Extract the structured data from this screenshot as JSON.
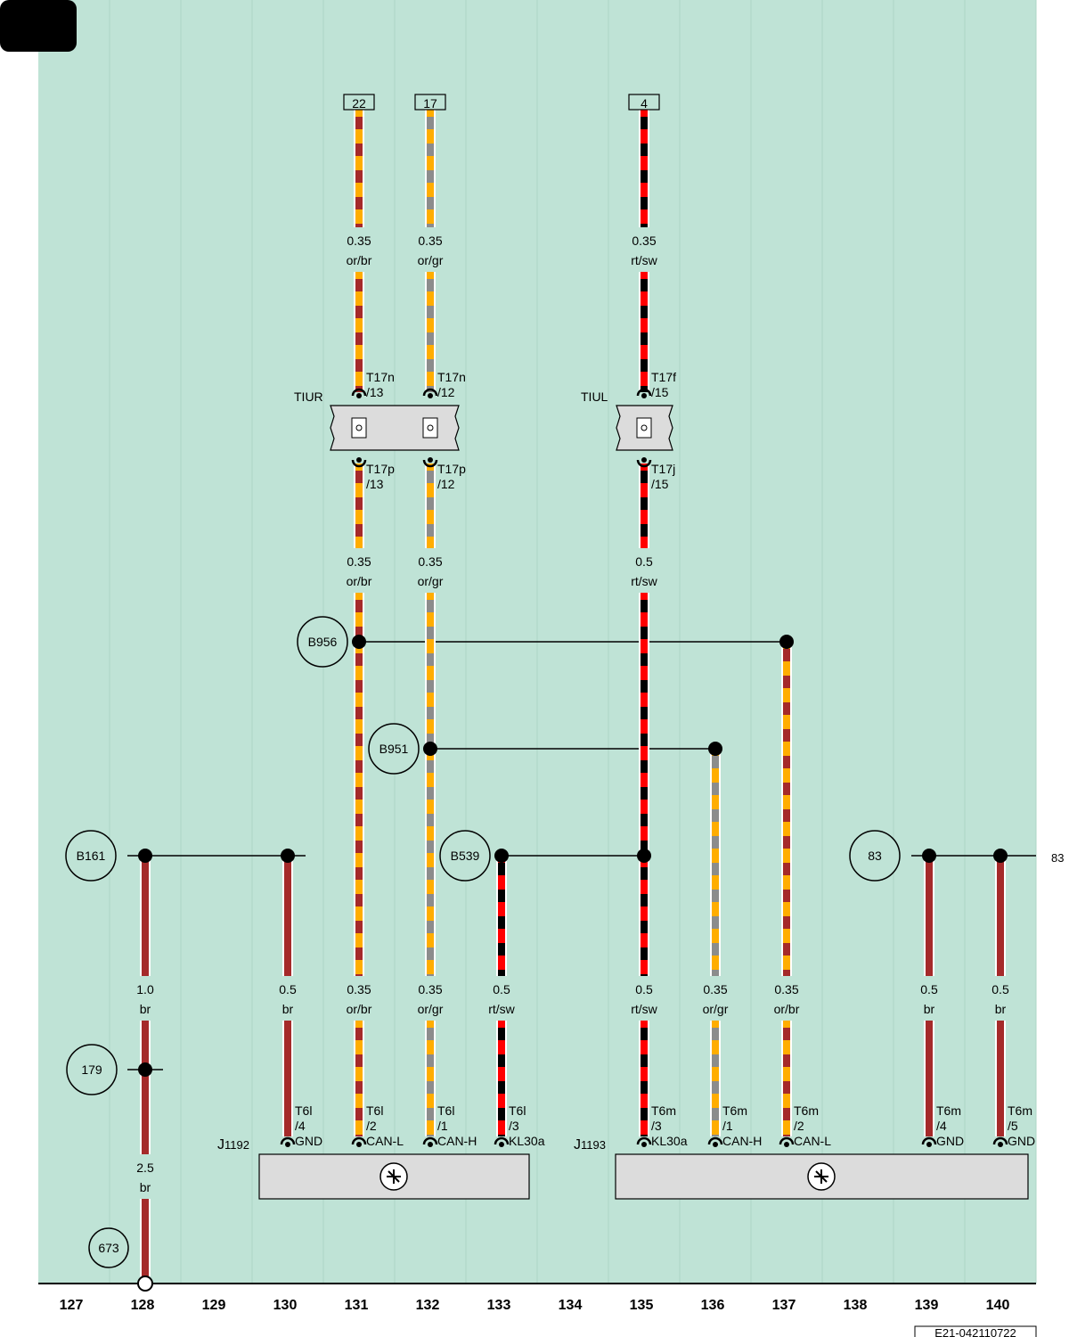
{
  "colors": {
    "background": "#bfe3d6",
    "or": "#ffad00",
    "br": "#a52a2a",
    "gr": "#8c8c8c",
    "rt": "#ff0000",
    "sw": "#000000",
    "component_fill": "#dcdcdc"
  },
  "connector_numbers": [
    "22",
    "17",
    "4"
  ],
  "couplings": {
    "left": {
      "name": "TIUR",
      "top_pins": [
        [
          "T17n",
          "/13"
        ],
        [
          "T17n",
          "/12"
        ]
      ],
      "bottom_pins": [
        [
          "T17p",
          "/13"
        ],
        [
          "T17p",
          "/12"
        ]
      ]
    },
    "right": {
      "name": "TIUL",
      "top_pins": [
        [
          "T17f",
          "/15"
        ]
      ],
      "bottom_pins": [
        [
          "T17j",
          "/15"
        ]
      ]
    }
  },
  "wire_labels": {
    "top": [
      [
        "0.35",
        "or/br"
      ],
      [
        "0.35",
        "or/gr"
      ],
      [
        "0.35",
        "rt/sw"
      ]
    ],
    "middle": [
      [
        "0.35",
        "or/br"
      ],
      [
        "0.35",
        "or/gr"
      ],
      [
        "0.5",
        "rt/sw"
      ]
    ],
    "bottom": [
      [
        "1.0",
        "br"
      ],
      [
        "0.5",
        "br"
      ],
      [
        "0.35",
        "or/br"
      ],
      [
        "0.35",
        "or/gr"
      ],
      [
        "0.5",
        "rt/sw"
      ],
      [
        "0.5",
        "rt/sw"
      ],
      [
        "0.35",
        "or/gr"
      ],
      [
        "0.35",
        "or/br"
      ],
      [
        "0.5",
        "br"
      ],
      [
        "0.5",
        "br"
      ]
    ],
    "lower_128": [
      "2.5",
      "br"
    ]
  },
  "junctions": [
    "B956",
    "B951",
    "B161",
    "B539",
    "83",
    "179",
    "673"
  ],
  "edge_reference": "83",
  "components": {
    "j1192": {
      "letter": "J",
      "sub": "1192",
      "pins": [
        [
          "T6l",
          "/4",
          "GND"
        ],
        [
          "T6l",
          "/2",
          "CAN-L"
        ],
        [
          "T6l",
          "/1",
          "CAN-H"
        ],
        [
          "T6l",
          "/3",
          "KL30a"
        ]
      ]
    },
    "j1193": {
      "letter": "J",
      "sub": "1193",
      "pins": [
        [
          "T6m",
          "/3",
          "KL30a"
        ],
        [
          "T6m",
          "/1",
          "CAN-H"
        ],
        [
          "T6m",
          "/2",
          "CAN-L"
        ],
        [
          "T6m",
          "/4",
          "GND"
        ],
        [
          "T6m",
          "/5",
          "GND"
        ]
      ]
    }
  },
  "columns": [
    "127",
    "128",
    "129",
    "130",
    "131",
    "132",
    "133",
    "134",
    "135",
    "136",
    "137",
    "138",
    "139",
    "140"
  ],
  "doc_code": "E21-042110722"
}
